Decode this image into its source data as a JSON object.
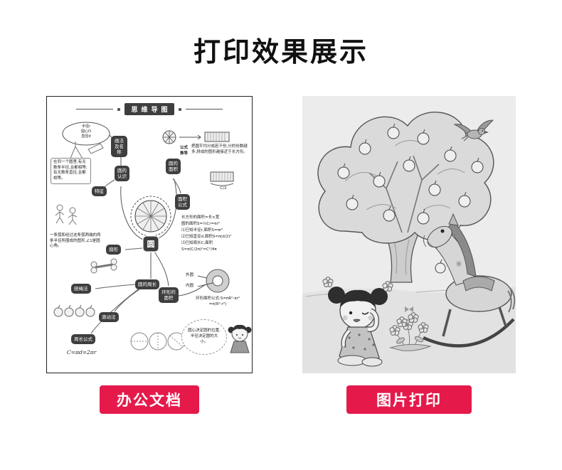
{
  "title": "打印效果展示",
  "samples": {
    "left": {
      "caption": "办公文档",
      "mindmap": {
        "header": "思维导图",
        "center": "圆",
        "ellipse_lines": [
          "半径r",
          "圆心O",
          "直径d"
        ],
        "nodes": {
          "method_name": "画法及名称",
          "cognition": "圆的认识",
          "feature": "特征",
          "area": "圆的面积",
          "area_formula": "面积公式",
          "sector": "扇形",
          "circumference": "圆的周长",
          "rope_method": "绕绳法",
          "rolling_method": "滚动法",
          "perimeter_formula": "周长公式",
          "ring_area": "环形的面积"
        },
        "texts": {
          "feature_desc": "在同一个圆里,有无数条半径,且都相等;有无数条直径,且都相等。",
          "derivation_label": "公式推导",
          "derivation_desc": "把圆平均分成若干份,分的份数越多,拼成的图形越接近于长方形。",
          "rect_width_label": "C/2",
          "area_lines": [
            "长方形的面积=长×宽",
            "圆的面积S=½Cr=πr²",
            "⑴已知半径r,面积S=πr²",
            "⑵已知直径d,面积S=π(d/2)²",
            "⑶已知周长C,面积",
            "S=π(C/2π)²=C²/4π"
          ],
          "sector_desc": "一条弧和经过这条弧两端的两条半径所围成的图形,∠1是圆心角。",
          "outer_circle": "外圆",
          "inner_circle": "内圆",
          "ring_formula_1": "环形面积公式:S=πR²-πr²",
          "ring_formula_2": "=π(R²-r²)",
          "perimeter_eq": "C=πd=2πr",
          "tip": "圆心决定圆的位置,半径决定圆的大小。"
        }
      }
    },
    "right": {
      "caption": "图片打印"
    }
  },
  "colors": {
    "accent": "#e51a4b",
    "title": "#111111"
  }
}
